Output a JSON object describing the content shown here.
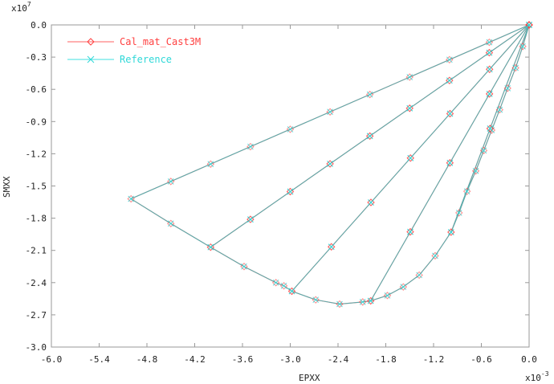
{
  "chart_data": {
    "type": "line",
    "xlabel": "EPXX",
    "ylabel": "SMXX",
    "x_multiplier": "x10",
    "x_exponent": "-3",
    "y_multiplier": "x10",
    "y_exponent": "7",
    "xlim": [
      -6.0,
      0.0
    ],
    "ylim": [
      -3.0,
      0.0
    ],
    "xticks": [
      "-6.0",
      "-5.4",
      "-4.8",
      "-4.2",
      "-3.6",
      "-3.0",
      "-2.4",
      "-1.8",
      "-1.2",
      "-0.6",
      "0.0"
    ],
    "yticks": [
      "0.0",
      "-0.3",
      "-0.6",
      "-0.9",
      "-1.2",
      "-1.5",
      "-1.8",
      "-2.1",
      "-2.4",
      "-2.7",
      "-3.0"
    ],
    "legend_position": "top-left",
    "series": [
      {
        "name": "Cal_mat_Cast3M",
        "color": "#ff4040",
        "marker": "diamond"
      },
      {
        "name": "Reference",
        "color": "#30e0e0",
        "marker": "x"
      }
    ],
    "points": [
      [
        0,
        0
      ],
      [
        -0.08,
        -0.2
      ],
      [
        -0.17,
        -0.4
      ],
      [
        -0.27,
        -0.59
      ],
      [
        -0.37,
        -0.79
      ],
      [
        -0.47,
        -0.98
      ],
      [
        -0.57,
        -1.17
      ],
      [
        -0.67,
        -1.36
      ],
      [
        -0.78,
        -1.55
      ],
      [
        -0.88,
        -1.75
      ],
      [
        -0.98,
        -1.93
      ],
      [
        0,
        0
      ],
      [
        -0.98,
        -1.93
      ],
      [
        -1.18,
        -2.15
      ],
      [
        -1.38,
        -2.33
      ],
      [
        -1.58,
        -2.44
      ],
      [
        -1.78,
        -2.52
      ],
      [
        -1.99,
        -2.57
      ],
      [
        0,
        0
      ],
      [
        -1.99,
        -2.57
      ],
      [
        -2.09,
        -2.58
      ],
      [
        -2.38,
        -2.6
      ],
      [
        -2.68,
        -2.56
      ],
      [
        -2.98,
        -2.48
      ],
      [
        0,
        0
      ],
      [
        -2.98,
        -2.48
      ],
      [
        -3.08,
        -2.43
      ],
      [
        -3.18,
        -2.4
      ],
      [
        -3.58,
        -2.25
      ],
      [
        -4.0,
        -2.07
      ],
      [
        0,
        0
      ],
      [
        -4.0,
        -2.07
      ],
      [
        -4.5,
        -1.85
      ],
      [
        -5.0,
        -1.62
      ],
      [
        0,
        0
      ]
    ]
  }
}
